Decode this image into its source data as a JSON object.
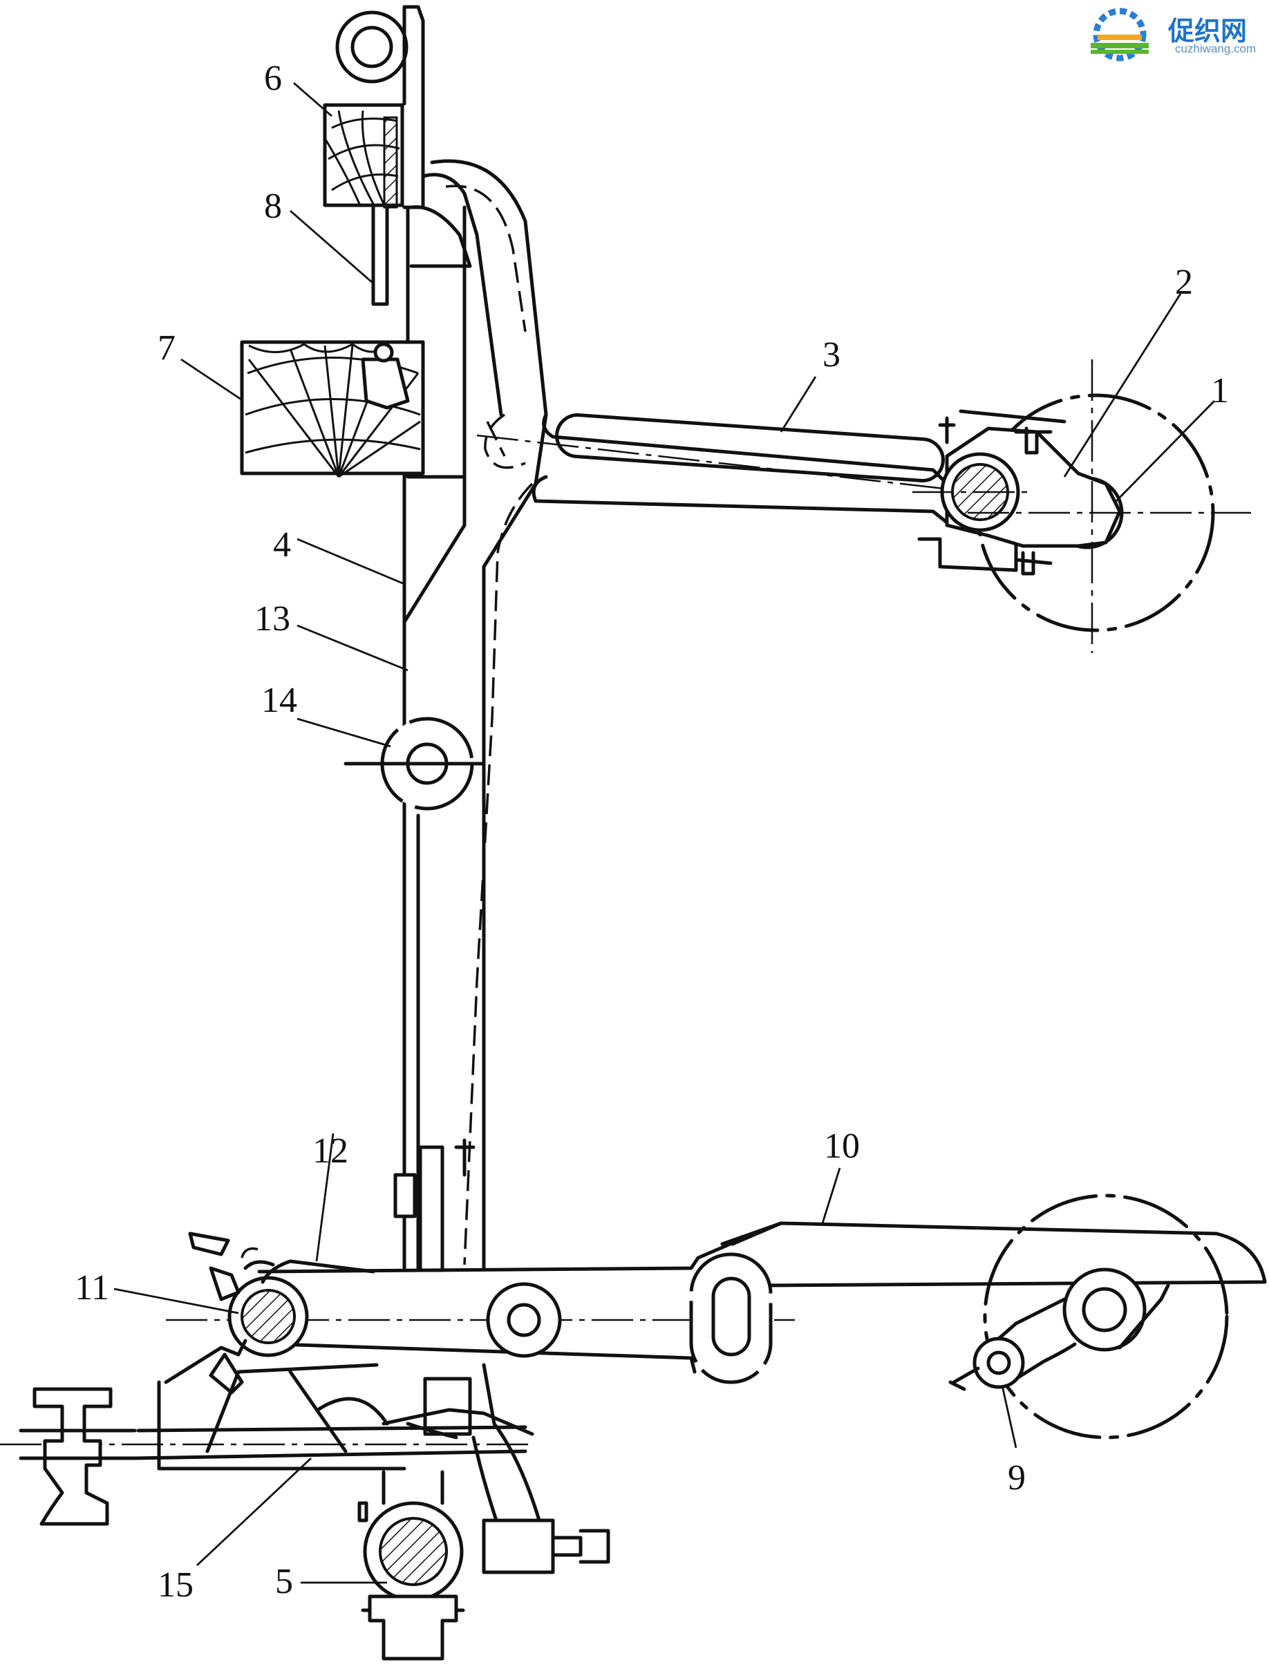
{
  "watermark": {
    "name": "促织网",
    "url": "cuzhiwang.com",
    "colors": {
      "text": "#1e73c8",
      "gear": "#2a7fd4",
      "green": "#5cb531",
      "orange": "#f5a623"
    }
  },
  "labels": [
    "1",
    "2",
    "3",
    "4",
    "5",
    "6",
    "7",
    "8",
    "9",
    "10",
    "11",
    "12",
    "13",
    "14",
    "15"
  ]
}
